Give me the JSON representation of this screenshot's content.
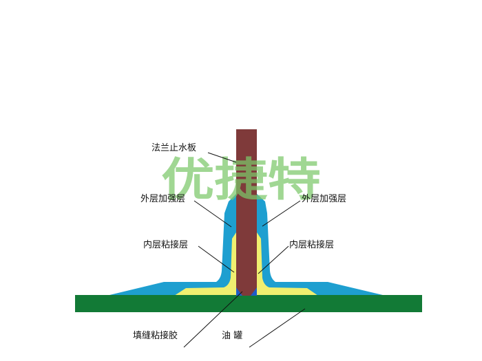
{
  "labels": {
    "flange_plate": "法兰止水板",
    "outer_reinforce_left": "外层加强层",
    "outer_reinforce_right": "外层加强层",
    "inner_bond_left": "内层粘接层",
    "inner_bond_right": "内层粘接层",
    "gap_fill": "填缝粘接胶",
    "tank": "油 罐"
  },
  "watermark": "优捷特",
  "colors": {
    "flange_plate": "#7f3a3a",
    "outer_reinforce": "#1e9fd0",
    "inner_bond": "#f0ef70",
    "tank": "#127a36",
    "gap_fill": "#1e5cc8",
    "watermark": "#7cc86a"
  }
}
